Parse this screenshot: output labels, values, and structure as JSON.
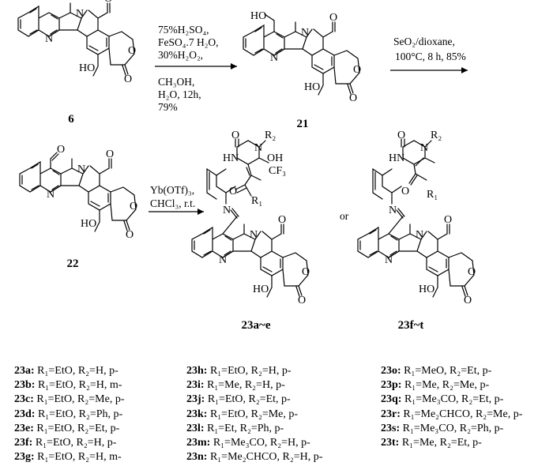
{
  "steps": [
    {
      "id": "step1",
      "lines": [
        "75%H₂SO₄,",
        "FeSO₄.7 H₂O,",
        "30%H₂O₂,",
        "CH₃OH,",
        "H₂O, 12h,",
        "79%"
      ]
    },
    {
      "id": "step2",
      "lines": [
        "SeO₂/dioxane,",
        "100°C, 8 h, 85%"
      ]
    },
    {
      "id": "step3",
      "lines": [
        "Yb(OTf)₃,",
        "CHCl₃, r.t."
      ]
    }
  ],
  "compounds": {
    "start": "6",
    "intermediate1": "21",
    "intermediate2": "22",
    "product_a": "23a~e",
    "product_b": "23f~t"
  },
  "connector_word": "or",
  "atom_labels": {
    "N": "N",
    "O": "O",
    "HO": "HO",
    "R2": "R₂",
    "R1": "R₁",
    "HN": "HN",
    "OH": "OH",
    "CF3": "CF₃"
  },
  "compound_list": {
    "columns": [
      [
        {
          "label": "23a:",
          "text": "R₁=EtO, R₂=H, p-"
        },
        {
          "label": "23b:",
          "text": "R₁=EtO, R₂=H, m-"
        },
        {
          "label": "23c:",
          "text": "R₁=EtO, R₂=Me, p-"
        },
        {
          "label": "23d:",
          "text": "R₁=EtO, R₂=Ph, p-"
        },
        {
          "label": "23e:",
          "text": "R₁=EtO, R₂=Et, p-"
        },
        {
          "label": "23f:",
          "text": "R₁=EtO, R₂=H, p-"
        },
        {
          "label": "23g:",
          "text": "R₁=EtO, R₂=H, m-"
        }
      ],
      [
        {
          "label": "23h:",
          "text": "R₁=EtO, R₂=H, p-"
        },
        {
          "label": "23i:",
          "text": "R₁=Me, R₂=H, p-"
        },
        {
          "label": "23j:",
          "text": "R₁=EtO, R₂=Et, p-"
        },
        {
          "label": "23k:",
          "text": "R₁=EtO, R₂=Me, p-"
        },
        {
          "label": "23l:",
          "text": "R₁=Et, R₂=Ph, p-"
        },
        {
          "label": "23m:",
          "text": "R₁=Me₃CO, R₂=H, p-"
        },
        {
          "label": "23n:",
          "text": "R₁=Me₂CHCO, R₂=H, p-"
        }
      ],
      [
        {
          "label": "23o:",
          "text": "R₁=MeO, R₂=Et, p-"
        },
        {
          "label": "23p:",
          "text": "R₁=Me, R₂=Me, p-"
        },
        {
          "label": "23q:",
          "text": "R₁=Me₃CO, R₂=Et, p-"
        },
        {
          "label": "23r:",
          "text": "R₁=Me₂CHCO, R₂=Me, p-"
        },
        {
          "label": "23s:",
          "text": "R₁=Me₃CO, R₂=Ph, p-"
        },
        {
          "label": "23t:",
          "text": "R₁=Me, R₂=Et, p-"
        }
      ]
    ]
  }
}
